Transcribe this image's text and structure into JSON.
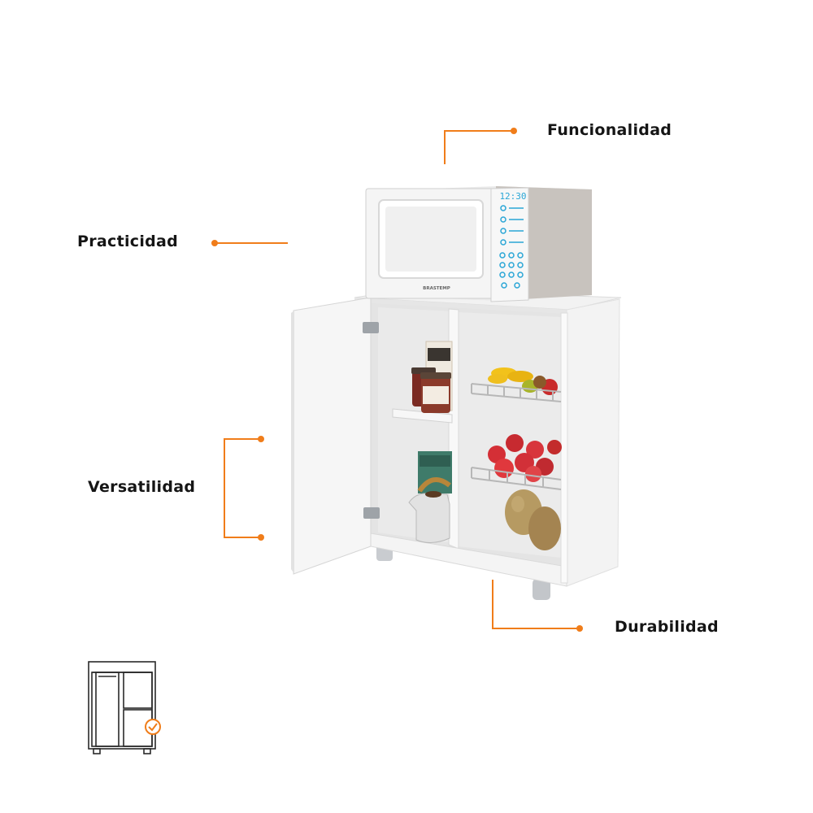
{
  "features": [
    {
      "id": "func",
      "label": "Funcionalidad"
    },
    {
      "id": "prac",
      "label": "Practicidad"
    },
    {
      "id": "vers",
      "label": "Versatilidad"
    },
    {
      "id": "dura",
      "label": "Durabilidad"
    }
  ],
  "microwave": {
    "brand": "BRASTEMP",
    "display_time": "12:30"
  },
  "accent_color": "#f07d1a",
  "badge": {
    "icon": "check-icon",
    "color": "#f07d1a"
  }
}
